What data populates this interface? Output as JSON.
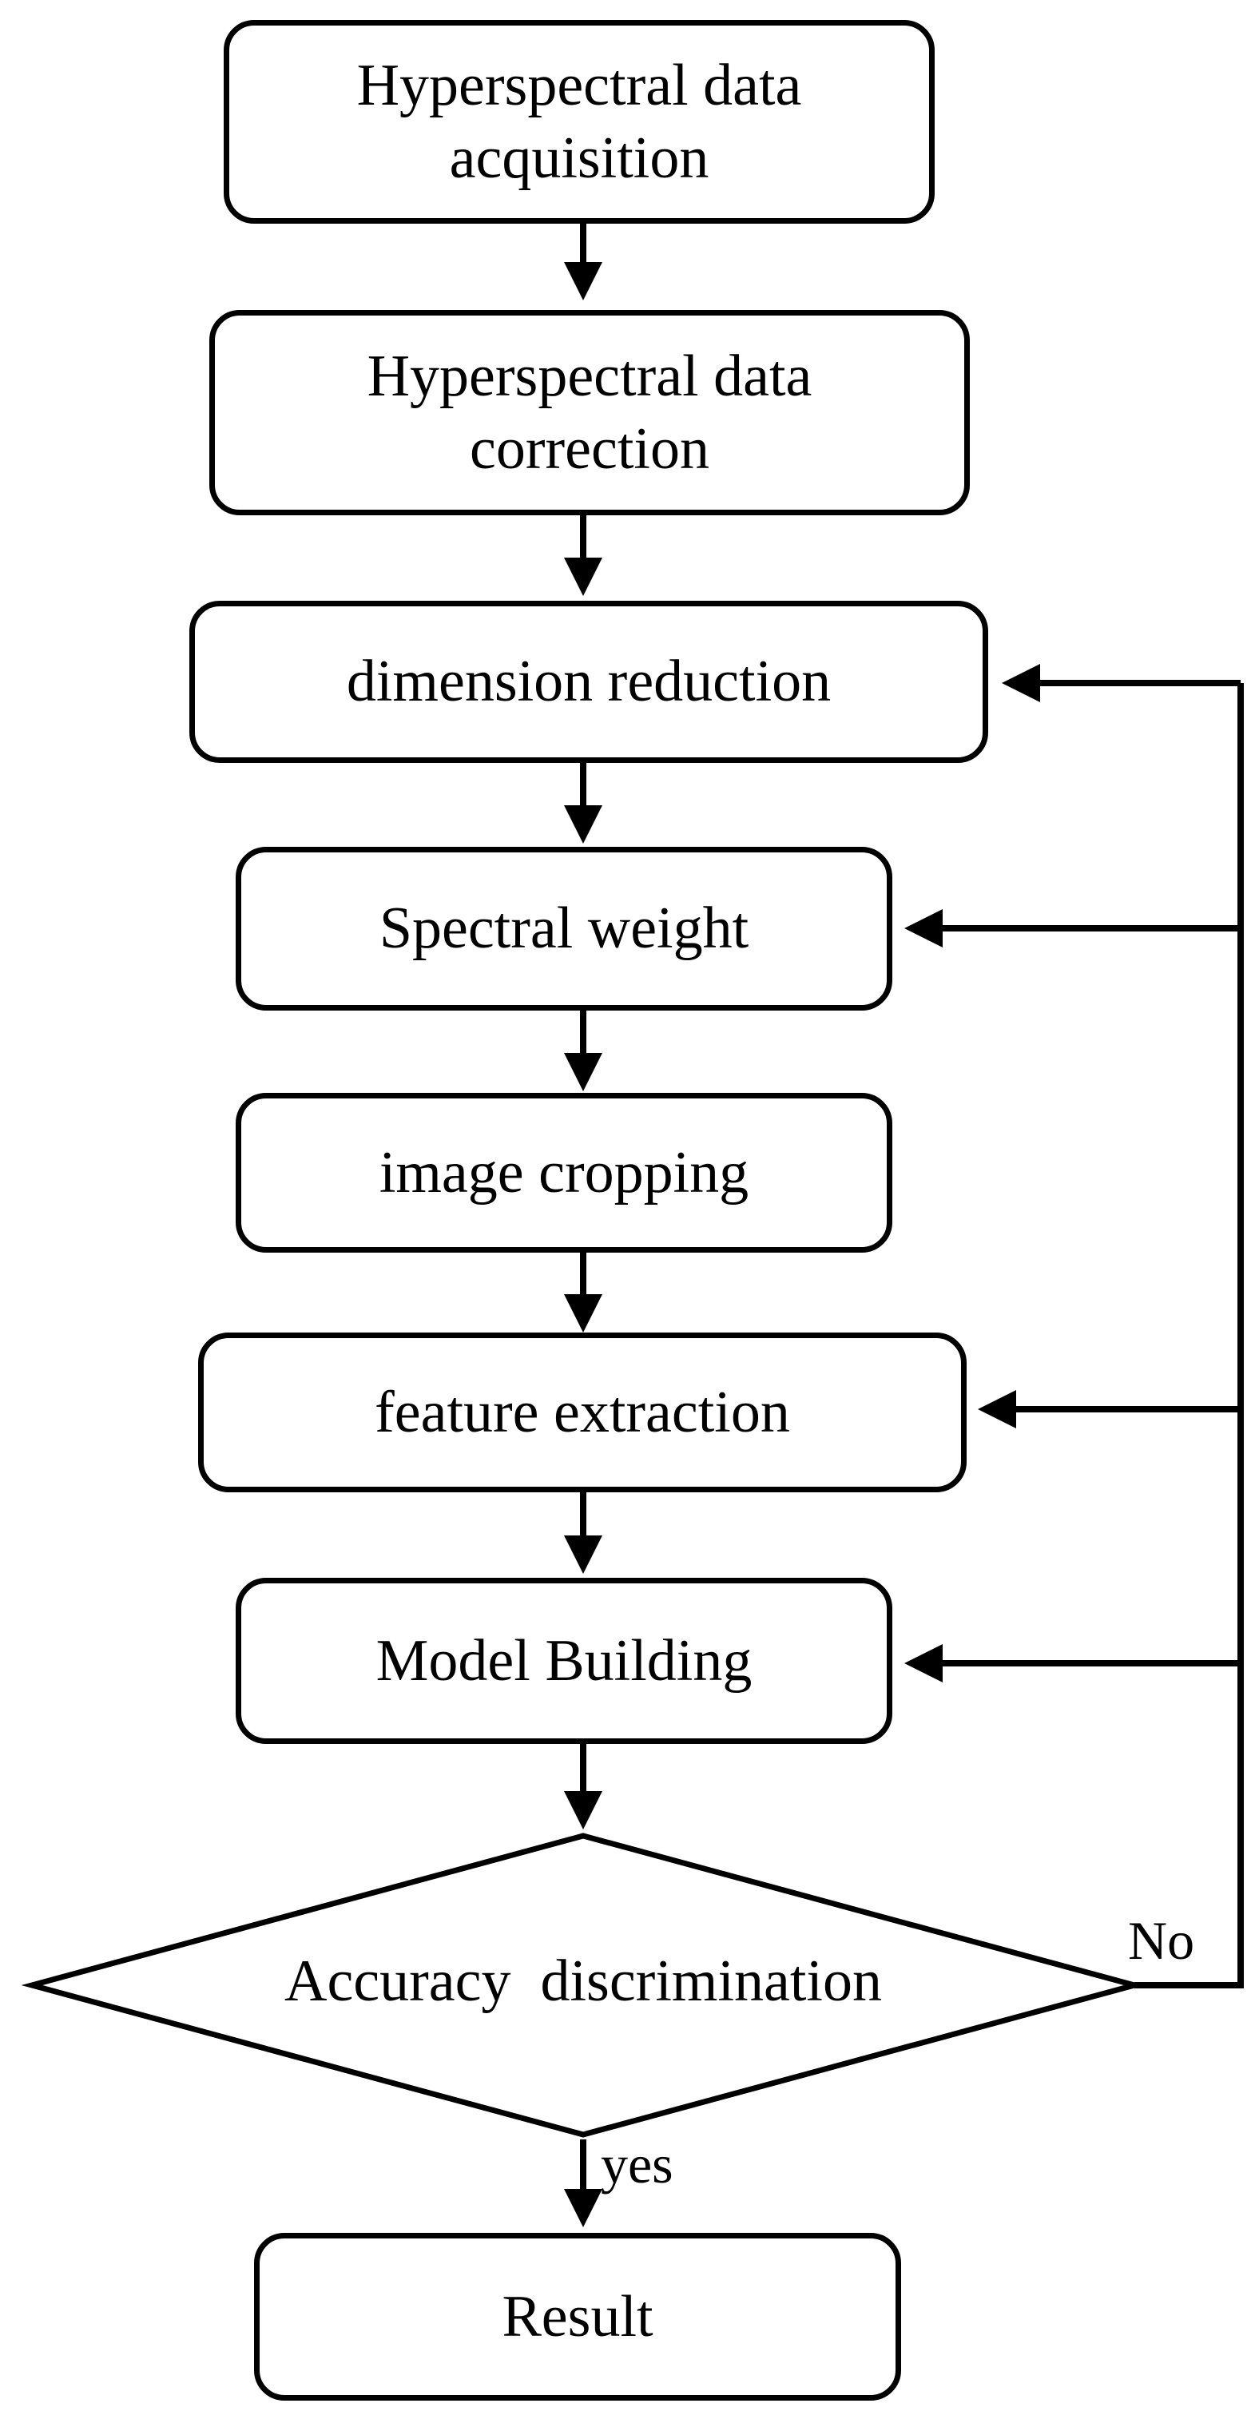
{
  "diagram": {
    "steps": [
      "Hyperspectral data\nacquisition",
      "Hyperspectral data\ncorrection",
      "dimension reduction",
      "Spectral  weight",
      "image cropping",
      "feature extraction",
      "Model Building"
    ],
    "decision": "Accuracy  discrimination",
    "result": "Result",
    "no_label": "No",
    "yes_label": "yes"
  }
}
